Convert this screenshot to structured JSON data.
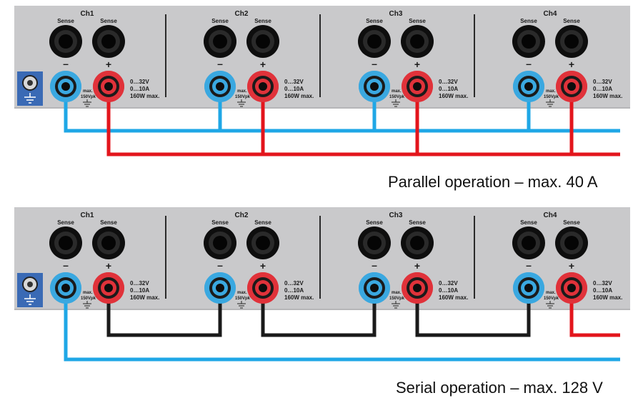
{
  "diagrams": [
    {
      "mode": "parallel",
      "caption": "Parallel operation – max. 40 A",
      "wiring": "parallel"
    },
    {
      "mode": "serial",
      "caption": "Serial operation – max. 128 V",
      "wiring": "serial"
    }
  ],
  "channels": [
    {
      "label": "Ch1"
    },
    {
      "label": "Ch2"
    },
    {
      "label": "Ch3"
    },
    {
      "label": "Ch4"
    }
  ],
  "terminal_labels": {
    "sense": "Sense",
    "minus": "–",
    "plus": "+",
    "voltage_range": "0…32V",
    "current_range": "0…10A",
    "power_max": "160W max.",
    "isolation_max": "max.",
    "isolation_value": "150Vpk"
  },
  "ground": {
    "icon": "ground-jack-icon"
  },
  "colors": {
    "panel": "#c9c9cb",
    "panel_edge": "#b6b6b8",
    "divider": "#2a2a2a",
    "ground_bg": "#3a6ab5",
    "negative_wire": "#1fa7e6",
    "positive_wire": "#e3151c",
    "link_wire": "#1a1a1a",
    "negative_jack": "#3aa8e0",
    "positive_jack": "#e0323a",
    "sense_jack": "#111111"
  }
}
